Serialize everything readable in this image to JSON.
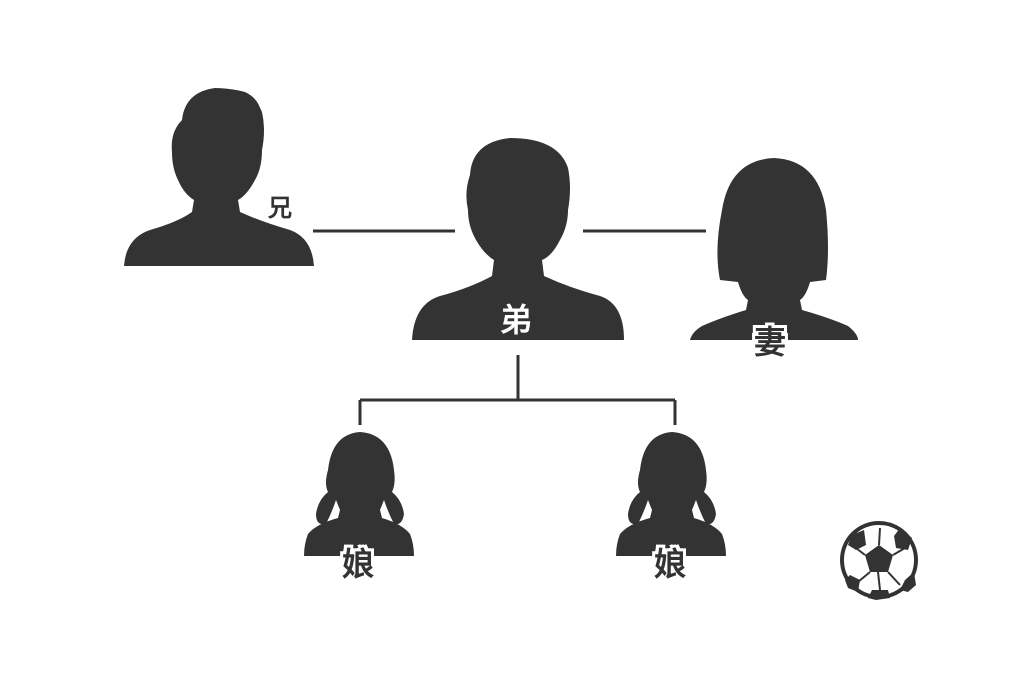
{
  "colors": {
    "silhouette": "#333333",
    "line": "#333333",
    "background": "#ffffff"
  },
  "people": {
    "older_brother": {
      "label": "兄",
      "icon": "male-silhouette-icon"
    },
    "younger_brother": {
      "label": "弟",
      "icon": "male-silhouette-icon"
    },
    "wife": {
      "label": "妻",
      "icon": "female-silhouette-icon"
    },
    "daughter_left": {
      "label": "娘",
      "icon": "girl-silhouette-icon"
    },
    "daughter_right": {
      "label": "娘",
      "icon": "girl-silhouette-icon"
    }
  },
  "decoration": {
    "icon": "soccer-ball-icon"
  }
}
